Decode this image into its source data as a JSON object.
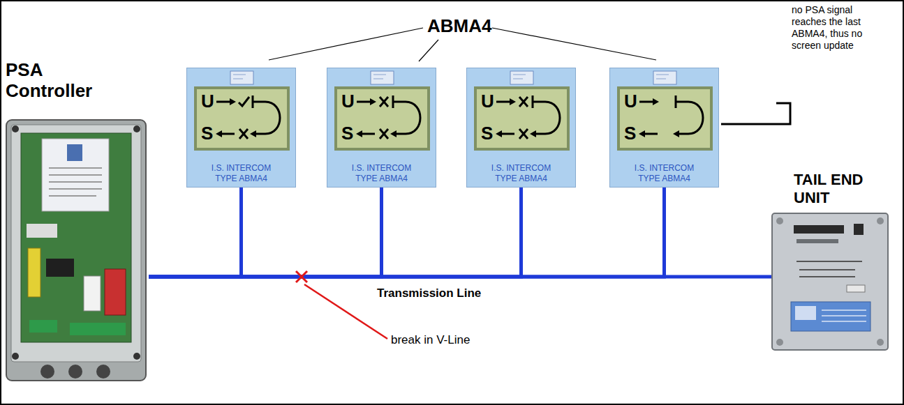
{
  "diagram": {
    "nodes": [
      {
        "text": [
          "PSA Controller"
        ]
      },
      {
        "text": [
          "U",
          "S",
          "I.S. INTERCOM",
          "TYPE ABMA4"
        ]
      },
      {
        "text": [
          "U",
          "S",
          "I.S. INTERCOM",
          "TYPE ABMA4"
        ]
      },
      {
        "text": [
          "U",
          "S",
          "I.S. INTERCOM",
          "TYPE ABMA4"
        ]
      },
      {
        "text": [
          "U",
          "S",
          "I.S. INTERCOM",
          "TYPE ABMA4"
        ]
      },
      {
        "text": [
          "TAIL END UNIT"
        ]
      }
    ],
    "edges": [
      {
        "from": 0,
        "to": 1,
        "arrow": "none"
      },
      {
        "from": 0,
        "to": 2,
        "arrow": "none"
      },
      {
        "from": 0,
        "to": 3,
        "arrow": "none"
      },
      {
        "from": 0,
        "to": 4,
        "arrow": "none"
      },
      {
        "from": 0,
        "to": 5,
        "arrow": "none"
      }
    ],
    "labels": [
      "ABMA4",
      "no PSA signal reaches the last ABMA4, thus no screen update",
      "Transmission Line",
      "break in V-Line"
    ]
  }
}
